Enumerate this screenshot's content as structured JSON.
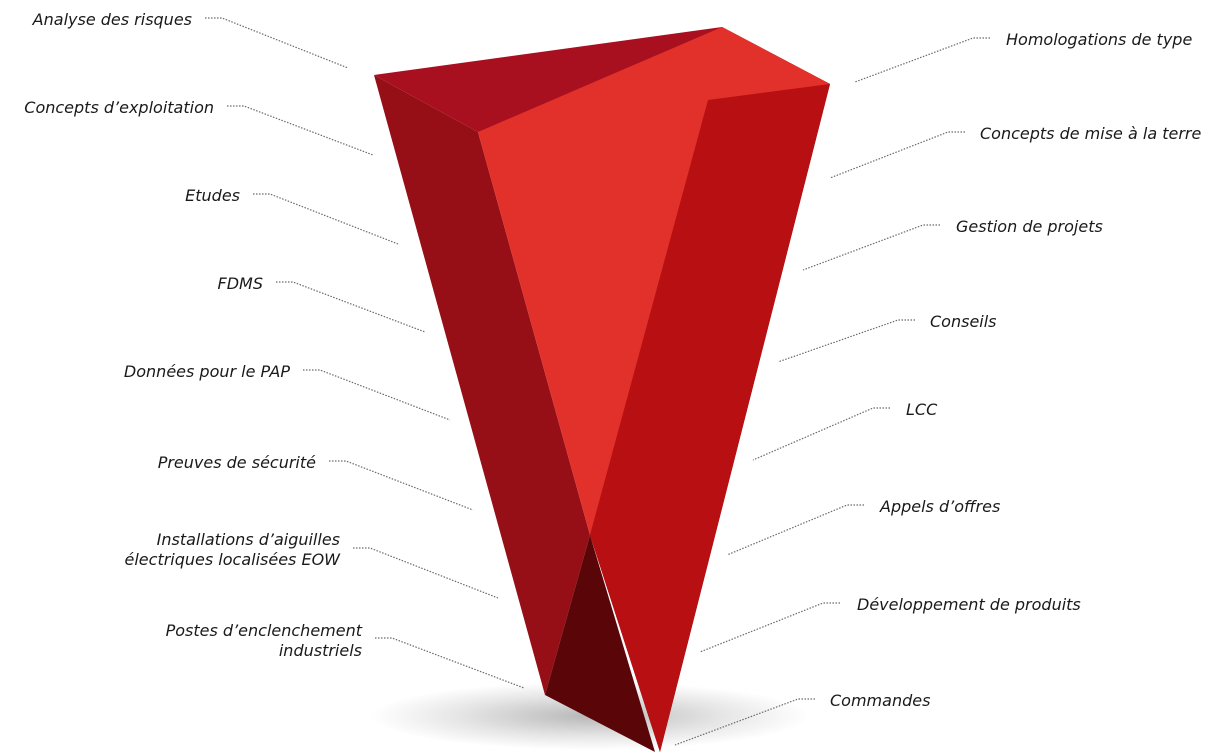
{
  "left_labels": [
    {
      "text": "Analyse des risques"
    },
    {
      "text": "Concepts d’exploitation"
    },
    {
      "text": "Etudes"
    },
    {
      "text": "FDMS"
    },
    {
      "text": "Données pour le PAP"
    },
    {
      "text": "Preuves de sécurité"
    },
    {
      "line1": "Installations d’aiguilles",
      "line2": "électriques localisées EOW"
    },
    {
      "line1": "Postes d’enclenchement",
      "line2": "industriels"
    }
  ],
  "right_labels": [
    {
      "text": "Homologations de type"
    },
    {
      "text": "Concepts de mise à la terre"
    },
    {
      "text": "Gestion de projets"
    },
    {
      "text": "Conseils"
    },
    {
      "text": "LCC"
    },
    {
      "text": "Appels d’offres"
    },
    {
      "text": "Développement de produits"
    },
    {
      "text": "Commandes"
    }
  ],
  "colors": {
    "top_face": "#a8101f",
    "back_right_face": "#6b0a10",
    "left_face": "#960f16",
    "inner_face": "#e2312a",
    "front_right_face": "#b80f12",
    "bottom_tip": "#5a0608",
    "leader_line": "#6a6a6a",
    "label_text": "#1a1a1a"
  }
}
